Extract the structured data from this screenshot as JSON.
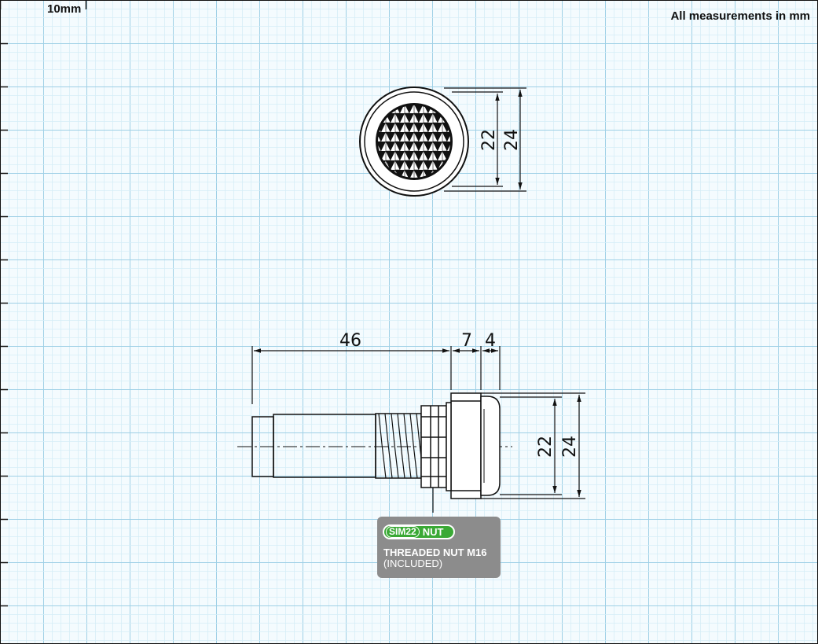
{
  "sheet": {
    "scale_label": "10mm",
    "units_note": "All measurements in mm",
    "colors": {
      "grid_major": "#9fd0e6",
      "grid_minor": "#d6eef7",
      "line": "#111111",
      "badge_bg": "#8c8c8c",
      "badge_accent": "#3aa935"
    }
  },
  "front_view": {
    "dim_inner": "22",
    "dim_outer": "24"
  },
  "side_view": {
    "dim_body": "46",
    "dim_flange": "7",
    "dim_lens": "4",
    "dim_inner": "22",
    "dim_outer": "24"
  },
  "nut_badge": {
    "brand": "SIM22",
    "tag": "NUT",
    "title": "THREADED NUT M16",
    "subtitle": "(INCLUDED)"
  }
}
